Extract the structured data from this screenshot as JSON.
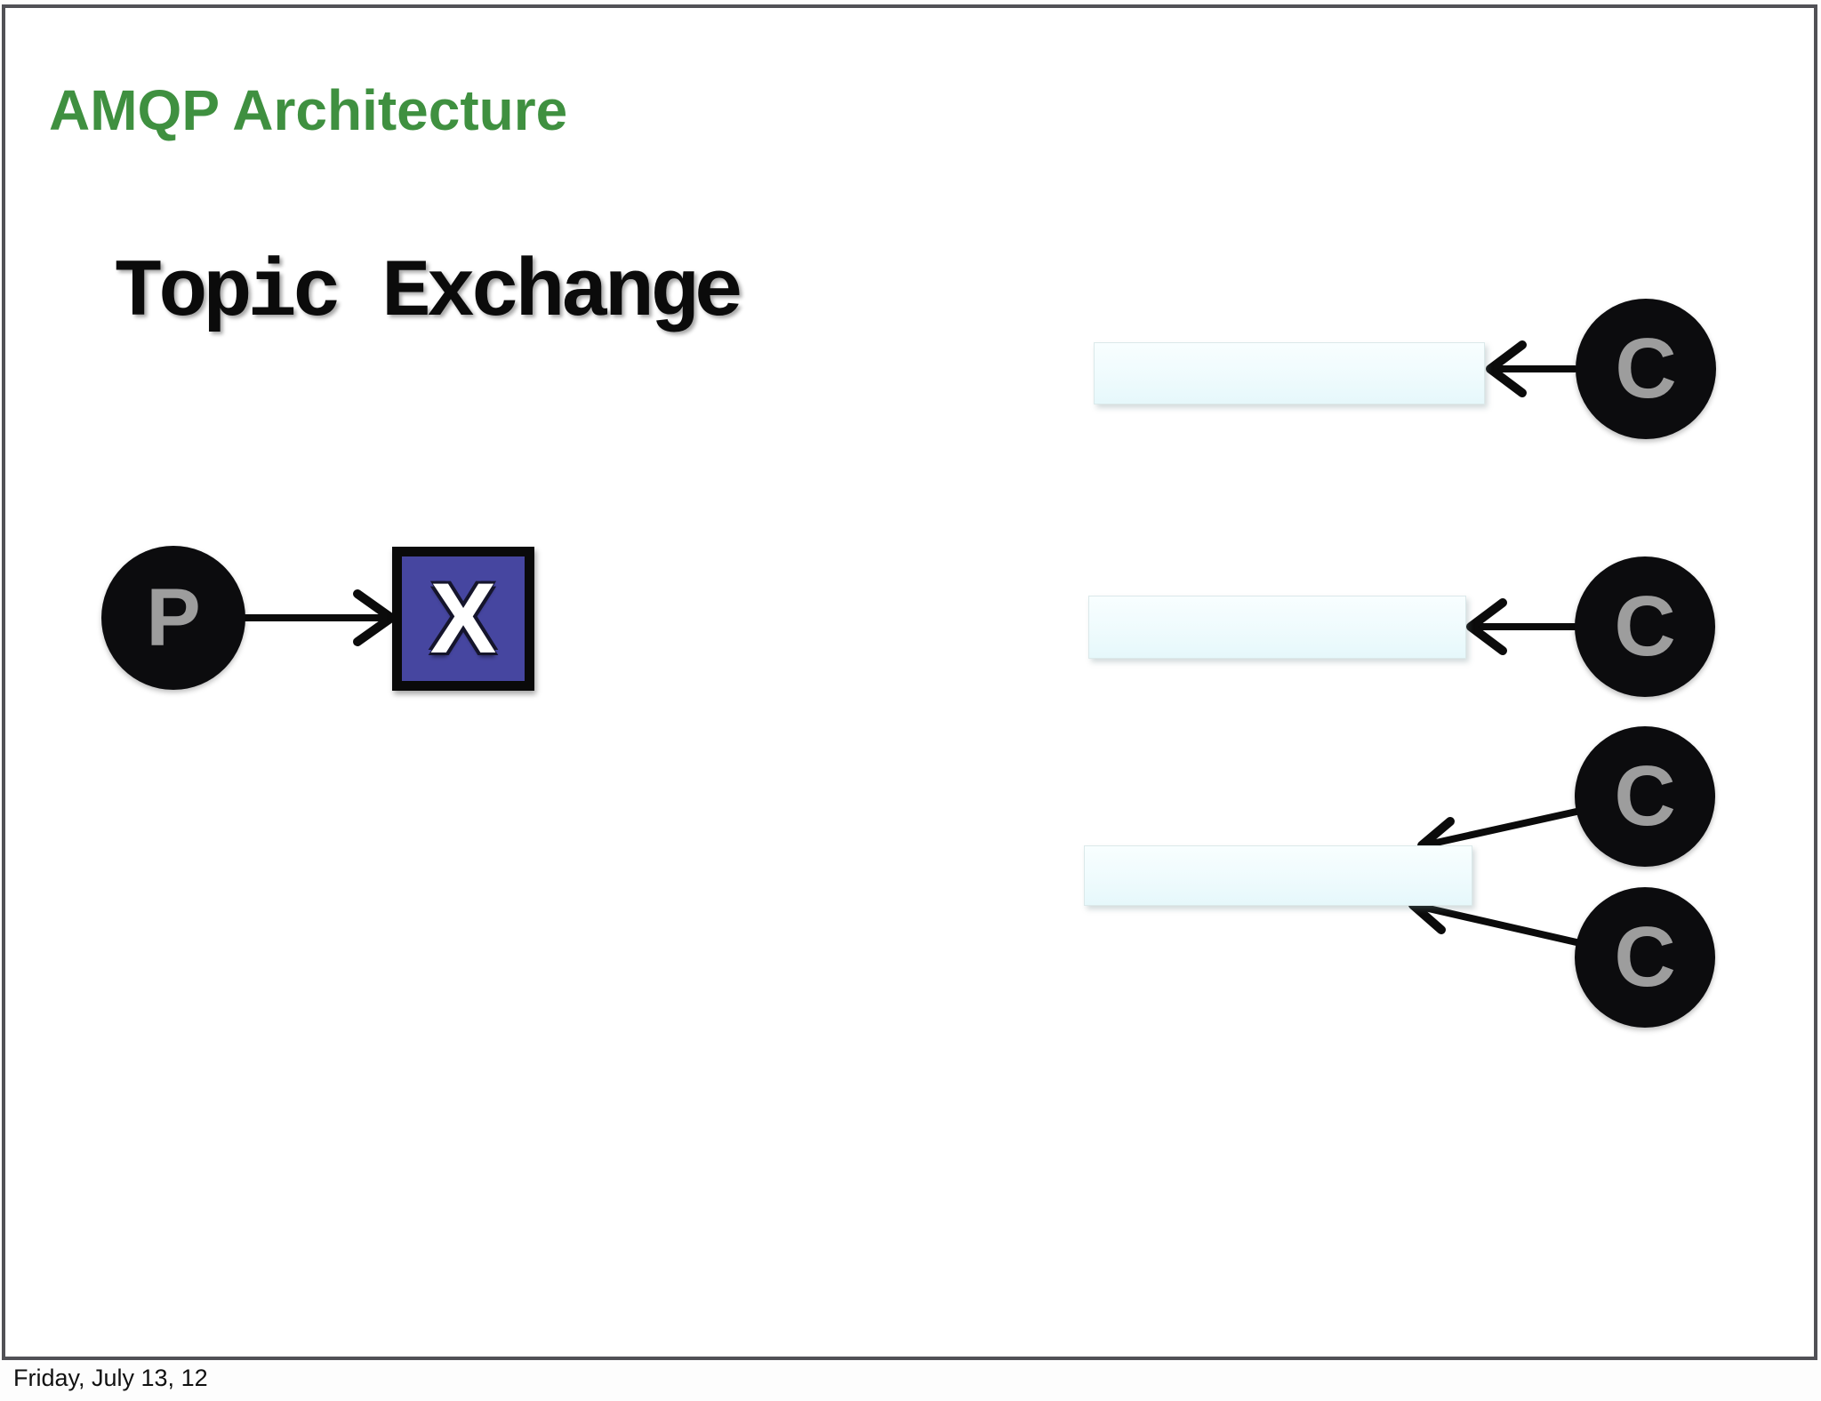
{
  "slide": {
    "title": "AMQP Architecture",
    "heading": "Topic Exchange",
    "footer_date": "Friday, July 13, 12"
  },
  "diagram": {
    "producer": {
      "label": "P"
    },
    "exchange": {
      "label": "X"
    },
    "queues": [
      {
        "id": "queue-1",
        "label": ""
      },
      {
        "id": "queue-2",
        "label": ""
      },
      {
        "id": "queue-3",
        "label": ""
      }
    ],
    "consumers": [
      {
        "label": "C"
      },
      {
        "label": "C"
      },
      {
        "label": "C"
      },
      {
        "label": "C"
      }
    ]
  },
  "colors": {
    "title_green": "#3f9040",
    "exchange_fill": "#4646a0",
    "exchange_border": "#0a0a0a",
    "node_black": "#0c0c0e",
    "node_letter_gray": "#9d9d9d",
    "queue_fill_top": "#f8feff",
    "queue_fill_bottom": "#e6f8fb",
    "frame_border": "#515156",
    "arrow_black": "#0b0b0b"
  }
}
